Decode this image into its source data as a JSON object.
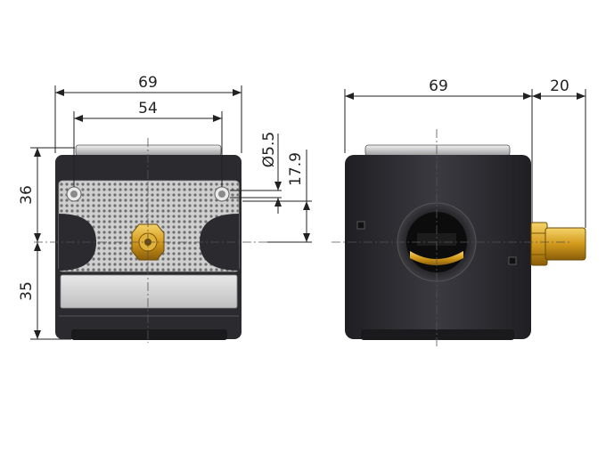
{
  "dimensions": {
    "front_width_overall": "69",
    "front_hole_spacing": "54",
    "front_upper_height": "36",
    "front_lower_height": "35",
    "hole_diameter": "Ø5.5",
    "hole_offset": "17.9",
    "side_width": "69",
    "side_fitting_length": "20"
  },
  "colors": {
    "body_dark": "#2b2b2f",
    "label_plate": "#d9d9d9",
    "brass": "#d4a017",
    "dimension_line": "#222222"
  }
}
